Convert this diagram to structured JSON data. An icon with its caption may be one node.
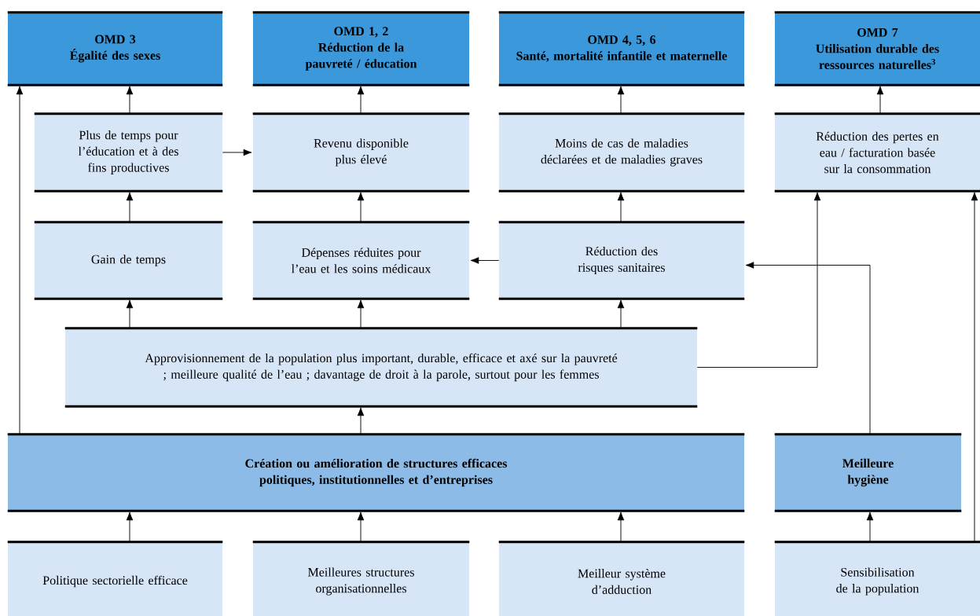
{
  "diagram": {
    "nodes": [
      {
        "text": [
          "OMD 3",
          "Égalité des sexes"
        ]
      },
      {
        "text": [
          "OMD 1, 2",
          "Réduction de la pauvreté / éducation"
        ]
      },
      {
        "text": [
          "OMD 4, 5, 6",
          "Santé, mortalité infantile et maternelle"
        ]
      },
      {
        "text": [
          "OMD 7",
          "Utilisation durable des ressources naturelles$^{3}$"
        ]
      },
      {
        "text": [
          "Plus de temps pour l’éducation et à des fins productives"
        ]
      },
      {
        "text": [
          "Revenu disponible plus élevé"
        ]
      },
      {
        "text": [
          "Moins de cas de maladies déclarées et de maladies graves"
        ]
      },
      {
        "text": [
          "Réduction des pertes en eau / facturation basée sur la consommation"
        ]
      },
      {
        "text": [
          "Gain de temps"
        ]
      },
      {
        "text": [
          "Dépenses réduites pour l’eau et les soins médicaux"
        ]
      },
      {
        "text": [
          "Réduction des risques sanitaires"
        ]
      },
      {
        "text": [
          "Approvisionnement de la population plus important, durable, efficace et axé sur la pauvreté ; meilleure qualité de l’eau ; davantage de droit à la parole, surtout pour les femmes"
        ]
      },
      {
        "text": [
          "Création ou amélioration de structures efficaces politiques, institutionnelles et d’entreprises"
        ]
      },
      {
        "text": [
          "Meilleure hygiène"
        ]
      },
      {
        "text": [
          "Politique sectorielle efficace"
        ]
      },
      {
        "text": [
          "Meilleures structures organisationnelles"
        ]
      },
      {
        "text": [
          "Meilleur système d’adduction"
        ]
      },
      {
        "text": [
          "Sensibilisation de la population"
        ]
      }
    ],
    "edges": [
      {
        "from": 4,
        "to": 0,
        "arrow": "to"
      },
      {
        "from": 5,
        "to": 1,
        "arrow": "to"
      },
      {
        "from": 6,
        "to": 2,
        "arrow": "to"
      },
      {
        "from": 7,
        "to": 3,
        "arrow": "to"
      },
      {
        "from": 4,
        "to": 5,
        "arrow": "to"
      },
      {
        "from": 8,
        "to": 4,
        "arrow": "to"
      },
      {
        "from": 9,
        "to": 5,
        "arrow": "to"
      },
      {
        "from": 10,
        "to": 6,
        "arrow": "to"
      },
      {
        "from": 10,
        "to": 9,
        "arrow": "to"
      },
      {
        "from": 11,
        "to": 8,
        "arrow": "to"
      },
      {
        "from": 11,
        "to": 9,
        "arrow": "to"
      },
      {
        "from": 11,
        "to": 10,
        "arrow": "to"
      },
      {
        "from": 11,
        "to": 7,
        "arrow": "to"
      },
      {
        "from": 13,
        "to": 10,
        "arrow": "to"
      },
      {
        "from": 12,
        "to": 0,
        "arrow": "to"
      },
      {
        "from": 12,
        "to": 11,
        "arrow": "to"
      },
      {
        "from": 14,
        "to": 12,
        "arrow": "to"
      },
      {
        "from": 15,
        "to": 12,
        "arrow": "to"
      },
      {
        "from": 16,
        "to": 12,
        "arrow": "to"
      },
      {
        "from": 17,
        "to": 13,
        "arrow": "to"
      },
      {
        "from": 17,
        "to": 7,
        "arrow": "to"
      }
    ]
  }
}
